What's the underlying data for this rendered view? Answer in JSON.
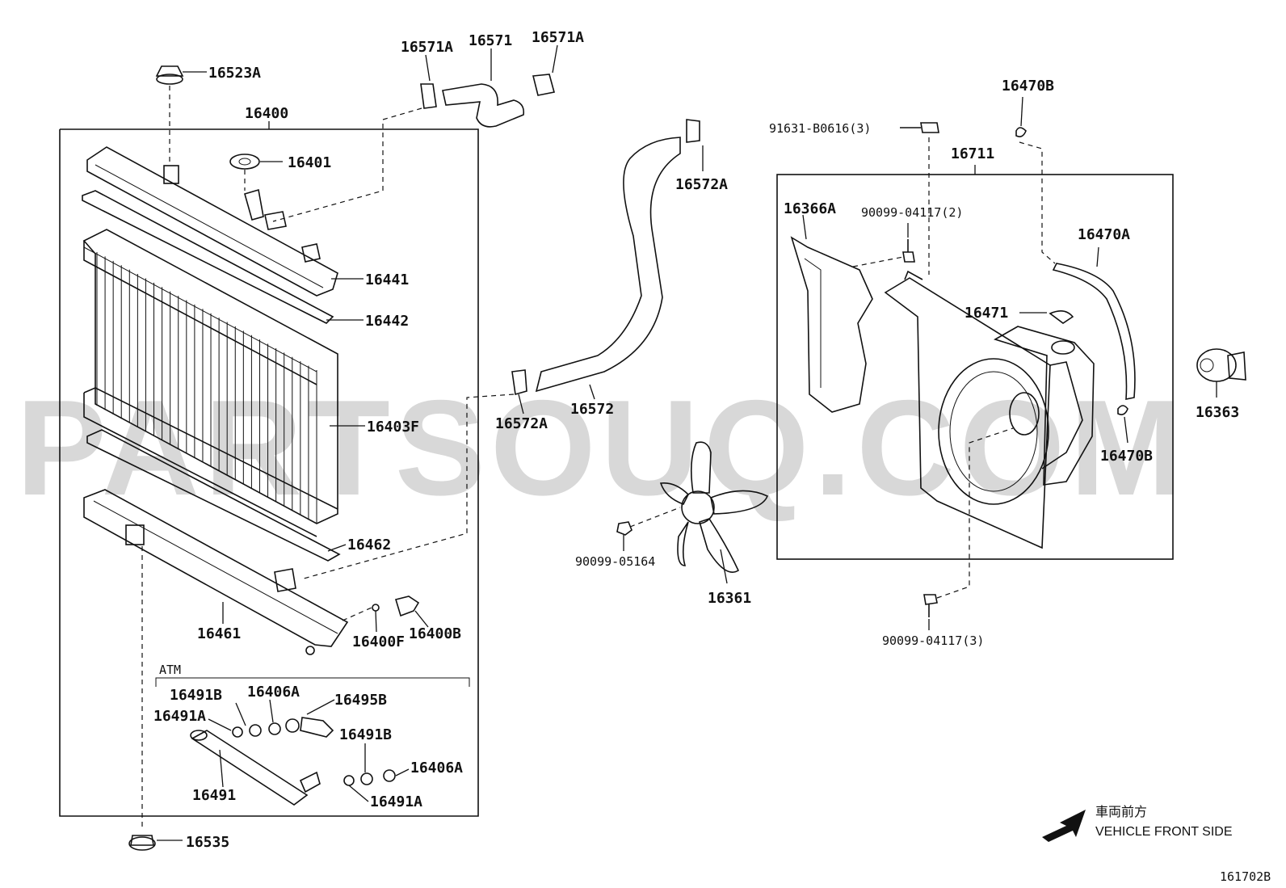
{
  "watermark": "PARTSOUQ.COM",
  "diagram_code": "161702B",
  "direction_note": {
    "ja": "車両前方",
    "en": "VEHICLE FRONT SIDE"
  },
  "group_labels": {
    "radiator_assembly": "16400",
    "fan_shroud_assembly": "16711",
    "atm_group": "ATM"
  },
  "parts": [
    {
      "key": "p16523A",
      "number": "16523A"
    },
    {
      "key": "p16571A_l",
      "number": "16571A"
    },
    {
      "key": "p16571",
      "number": "16571"
    },
    {
      "key": "p16571A_r",
      "number": "16571A"
    },
    {
      "key": "p16401",
      "number": "16401"
    },
    {
      "key": "p16441",
      "number": "16441"
    },
    {
      "key": "p16442",
      "number": "16442"
    },
    {
      "key": "p16403F",
      "number": "16403F"
    },
    {
      "key": "p16462",
      "number": "16462"
    },
    {
      "key": "p16461",
      "number": "16461"
    },
    {
      "key": "p16400F",
      "number": "16400F"
    },
    {
      "key": "p16400B",
      "number": "16400B"
    },
    {
      "key": "p16572A_t",
      "number": "16572A"
    },
    {
      "key": "p16572A_b",
      "number": "16572A"
    },
    {
      "key": "p16572",
      "number": "16572"
    },
    {
      "key": "p90099_05164",
      "number": "90099-05164"
    },
    {
      "key": "p16361",
      "number": "16361"
    },
    {
      "key": "p91631",
      "number": "91631-B0616(3)"
    },
    {
      "key": "p16470B_t",
      "number": "16470B"
    },
    {
      "key": "p16366A",
      "number": "16366A"
    },
    {
      "key": "p90099_04117_2",
      "number": "90099-04117(2)"
    },
    {
      "key": "p16470A",
      "number": "16470A"
    },
    {
      "key": "p16471",
      "number": "16471"
    },
    {
      "key": "p16363",
      "number": "16363"
    },
    {
      "key": "p16470B_b",
      "number": "16470B"
    },
    {
      "key": "p90099_04117_3",
      "number": "90099-04117(3)"
    },
    {
      "key": "p16491B_l",
      "number": "16491B"
    },
    {
      "key": "p16406A_t",
      "number": "16406A"
    },
    {
      "key": "p16495B",
      "number": "16495B"
    },
    {
      "key": "p16491A_t",
      "number": "16491A"
    },
    {
      "key": "p16491B_r",
      "number": "16491B"
    },
    {
      "key": "p16406A_b",
      "number": "16406A"
    },
    {
      "key": "p16491",
      "number": "16491"
    },
    {
      "key": "p16491A_b",
      "number": "16491A"
    },
    {
      "key": "p16535",
      "number": "16535"
    }
  ]
}
